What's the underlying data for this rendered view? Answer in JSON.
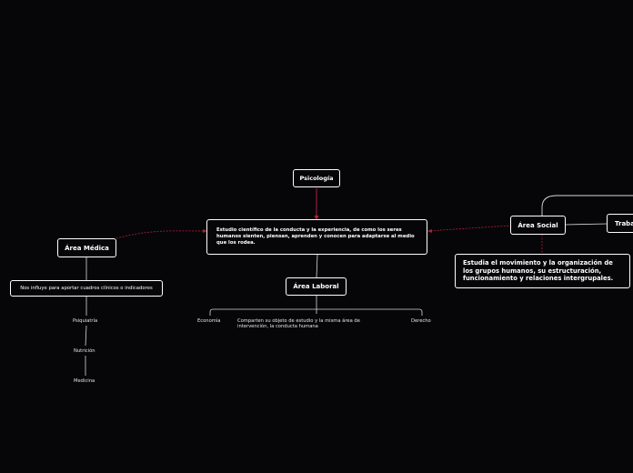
{
  "map": {
    "root": {
      "label": "Psicología"
    },
    "definition": {
      "text": "Estudio científico de la conducta y la experiencia, de como los seres humanos sienten, piensan, aprenden y conocen para adaptarse al medio que los rodea."
    },
    "medica": {
      "label": "Área Médica",
      "description": "Nos influye para aportar cuadros clínicos o indicadores",
      "items": [
        "Psiquiatría",
        "Nutrición",
        "Medicina"
      ]
    },
    "laboral": {
      "label": "Área Laboral",
      "items": [
        "Economía",
        "Comparten su objeto de estudio y la misma área de intervención, la conducta humana",
        "Derecho"
      ]
    },
    "social": {
      "label": "Área Social",
      "description": "Estudia el movimiento y la organización de los grupos humanos, su estructuración, funcionamiento y relaciones intergrupales.",
      "child_label": "Traba"
    }
  },
  "colors": {
    "background": "#060608",
    "node_border": "#ffffff",
    "accent_link": "#b0203a",
    "link": "#d8d8d8"
  }
}
